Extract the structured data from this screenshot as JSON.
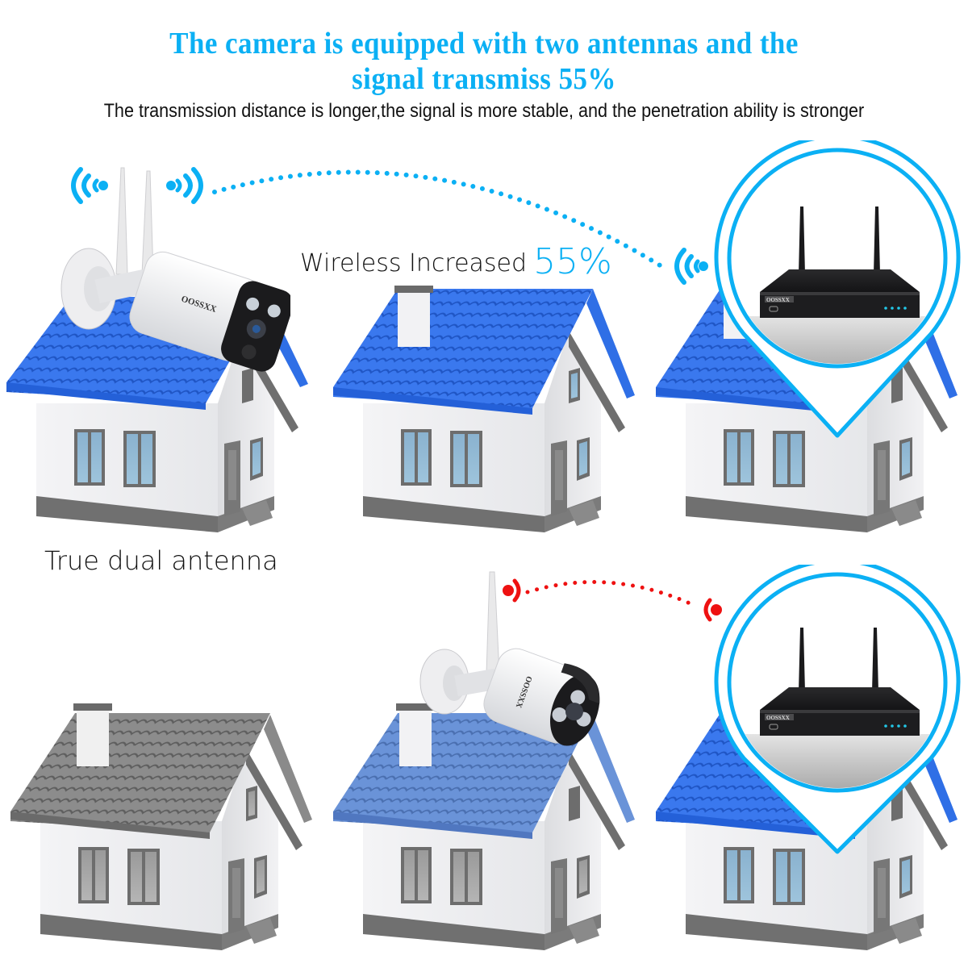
{
  "header": {
    "title_line1": "The camera is equipped with two antennas and the",
    "title_line2": "signal transmiss 55%",
    "subtitle": "The transmission distance is longer,the signal is more stable, and the penetration ability is stronger"
  },
  "top_row": {
    "wireless_label": "Wireless Increased",
    "wireless_percent": "55%",
    "camera_caption": "True dual antenna",
    "camera_brand": "OOSSXX",
    "nvr_brand": "OOSSXX",
    "signal_icon": "wifi-signal-icon",
    "signal_color": "#0bb0f4",
    "houses": [
      {
        "roof": "blue",
        "role": "camera-house"
      },
      {
        "roof": "blue",
        "role": "middle-house"
      },
      {
        "roof": "blue",
        "role": "nvr-house"
      }
    ]
  },
  "bottom_row": {
    "camera_brand": "OOSSXX",
    "nvr_brand": "OOSSXX",
    "signal_icon": "weak-signal-icon",
    "signal_color": "#ee1111",
    "houses": [
      {
        "roof": "gray",
        "role": "unreached-house"
      },
      {
        "roof": "muted-blue",
        "role": "camera-house"
      },
      {
        "roof": "blue",
        "role": "nvr-house"
      }
    ]
  },
  "colors": {
    "accent": "#0bb0f4",
    "weak_signal": "#ee1111",
    "roof_blue": "#2f6fe6",
    "roof_muted_blue": "#5a86d0",
    "roof_gray": "#7d7d7d",
    "trim_gray": "#6f6f6f",
    "window_glass": "#8fb8d6"
  }
}
